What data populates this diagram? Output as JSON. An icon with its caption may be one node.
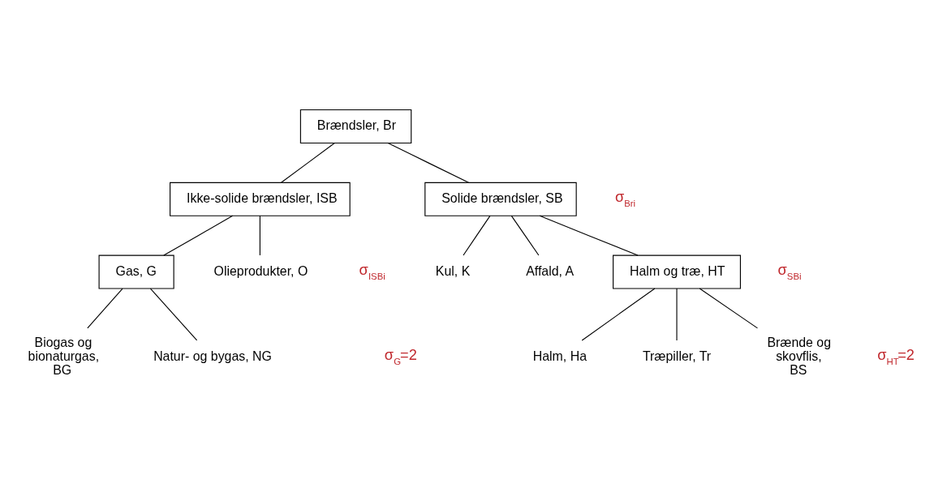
{
  "diagram": {
    "nodes": [
      {
        "text": [
          "Brændsler, Br"
        ]
      },
      {
        "text": [
          "Ikke-solide brændsler, ISB"
        ]
      },
      {
        "text": [
          "Solide brændsler, SB"
        ]
      },
      {
        "text": [
          "Gas, G"
        ]
      },
      {
        "text": [
          "Olieprodukter, O"
        ]
      },
      {
        "text": [
          "Kul, K"
        ]
      },
      {
        "text": [
          "Affald, A"
        ]
      },
      {
        "text": [
          "Halm og træ, HT"
        ]
      },
      {
        "text": [
          "Biogas og bionaturgas, BG"
        ]
      },
      {
        "text": [
          "Natur- og bygas, NG"
        ]
      },
      {
        "text": [
          "Halm, Ha"
        ]
      },
      {
        "text": [
          "Træpiller, Tr"
        ]
      },
      {
        "text": [
          "Brænde og skovflis, BS"
        ]
      }
    ],
    "edges": [
      {
        "from": 0,
        "to": 1,
        "arrow": "none"
      },
      {
        "from": 0,
        "to": 2,
        "arrow": "none"
      },
      {
        "from": 1,
        "to": 3,
        "arrow": "none"
      },
      {
        "from": 1,
        "to": 4,
        "arrow": "none"
      },
      {
        "from": 2,
        "to": 5,
        "arrow": "none"
      },
      {
        "from": 2,
        "to": 6,
        "arrow": "none"
      },
      {
        "from": 2,
        "to": 7,
        "arrow": "none"
      },
      {
        "from": 3,
        "to": 8,
        "arrow": "none"
      },
      {
        "from": 3,
        "to": 9,
        "arrow": "none"
      },
      {
        "from": 7,
        "to": 10,
        "arrow": "none"
      },
      {
        "from": 7,
        "to": 11,
        "arrow": "none"
      },
      {
        "from": 7,
        "to": 12,
        "arrow": "none"
      }
    ],
    "labels": [
      "σ$_{Bri}$",
      "σ$_{ISBi}$",
      "σ$_{SBi}$",
      "σ$_{G}$=2",
      "σ$_{HT}$=2"
    ]
  }
}
